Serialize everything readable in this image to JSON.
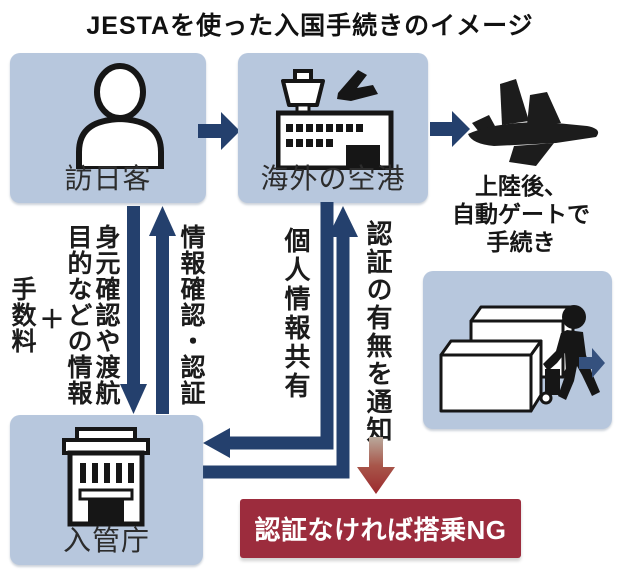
{
  "title": "JESTAを使った入国手続きのイメージ",
  "nodes": {
    "visitor": {
      "label": "訪日客",
      "icon": "person-icon"
    },
    "airport": {
      "label": "海外の空港",
      "icon": "airport-building-icon"
    },
    "immigration": {
      "label": "入管庁",
      "icon": "government-building-icon"
    },
    "gate": {
      "icon": "automatic-gate-icon"
    },
    "departure": {
      "icon": "airplane-icon"
    }
  },
  "note": {
    "lines": [
      "上陸後、",
      "自動ゲートで",
      "手続き"
    ]
  },
  "flows": {
    "submit": {
      "col1": "身元確認や渡航",
      "col2": "目的などの情報",
      "plus": "＋",
      "fee": "手数料"
    },
    "verify": "情報確認・認証",
    "share": "個人情報共有",
    "notify": "認証の有無を通知"
  },
  "warning": "認証なければ搭乗NG",
  "colors": {
    "panel_blue": "#b7c7dd",
    "arrow_navy": "#24406d",
    "warning_red": "#9c2c3d",
    "notify_arrow_red": "#a03031",
    "icon_black": "#1a1a1a"
  }
}
